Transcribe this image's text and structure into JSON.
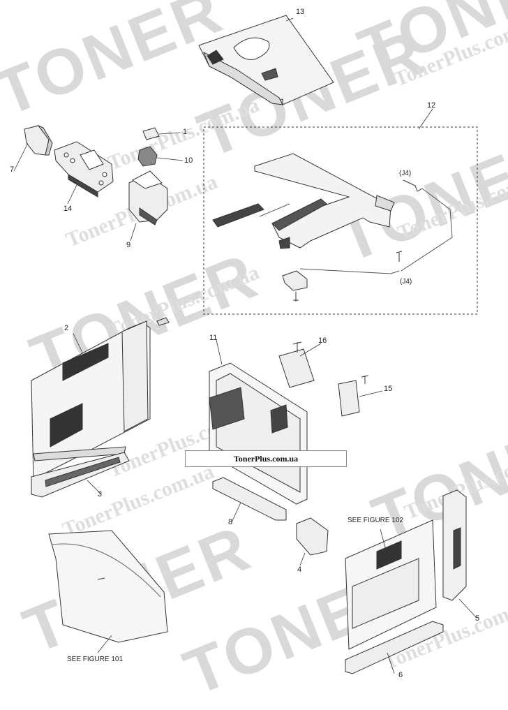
{
  "watermark": {
    "brand": "TONER",
    "site": "TonerPlus.com.ua"
  },
  "banner": "TonerPlus.com.ua",
  "references": {
    "fig101": "SEE FIGURE 101",
    "fig102": "SEE FIGURE 102"
  },
  "jumpers": {
    "j4_top": "(J4)",
    "j4_bottom": "(J4)"
  },
  "callouts": {
    "c1": "1",
    "c2": "2",
    "c3": "3",
    "c4": "4",
    "c5": "5",
    "c6": "6",
    "c7": "7",
    "c8": "8",
    "c9": "9",
    "c10": "10",
    "c11": "11",
    "c12": "12",
    "c13": "13",
    "c14": "14",
    "c15": "15",
    "c16": "16"
  }
}
